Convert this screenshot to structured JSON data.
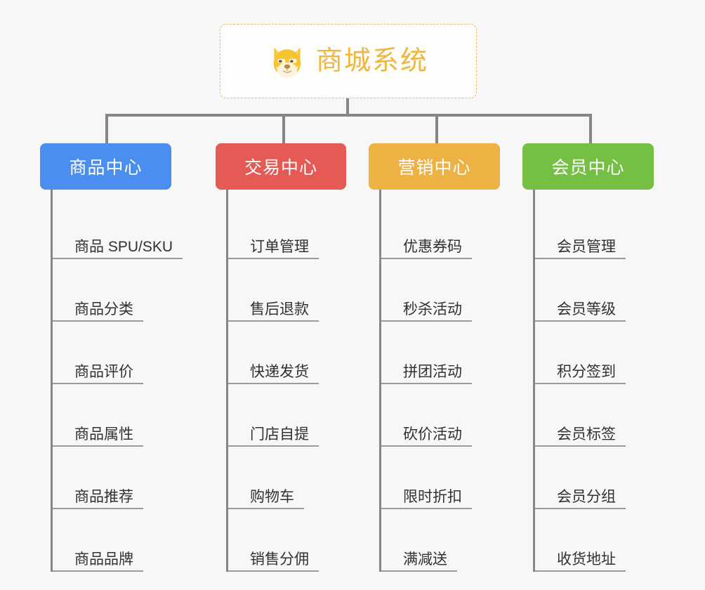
{
  "root": {
    "icon": "shiba-dog-face-emoji",
    "title": "商城系统",
    "border_color": "#e8b964",
    "title_color": "#f0b63f"
  },
  "connector_color": "#868686",
  "background_color": "#f7f7f7",
  "columns": [
    {
      "id": "product-center",
      "title": "商品中心",
      "color": "#4a8ef0",
      "items": [
        "商品 SPU/SKU",
        "商品分类",
        "商品评价",
        "商品属性",
        "商品推荐",
        "商品品牌"
      ]
    },
    {
      "id": "trade-center",
      "title": "交易中心",
      "color": "#e65a56",
      "items": [
        "订单管理",
        "售后退款",
        "快递发货",
        "门店自提",
        "购物车",
        "销售分佣"
      ]
    },
    {
      "id": "marketing-center",
      "title": "营销中心",
      "color": "#eeb143",
      "items": [
        "优惠券码",
        "秒杀活动",
        "拼团活动",
        "砍价活动",
        "限时折扣",
        "满减送"
      ]
    },
    {
      "id": "member-center",
      "title": "会员中心",
      "color": "#75c044",
      "items": [
        "会员管理",
        "会员等级",
        "积分签到",
        "会员标签",
        "会员分组",
        "收货地址"
      ]
    }
  ]
}
